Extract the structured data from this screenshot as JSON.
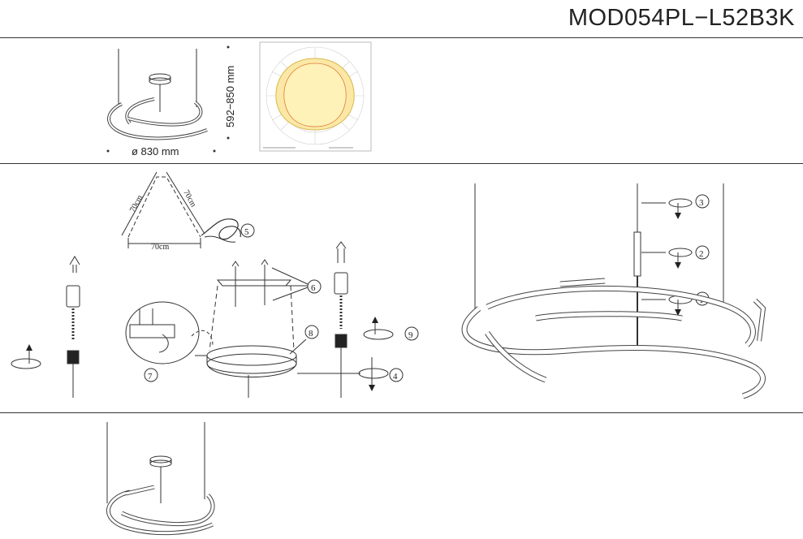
{
  "header": {
    "model": "MOD054PL−L52B3K"
  },
  "dimensions": {
    "height": "592−850 mm",
    "diameter": "ø 830 mm"
  },
  "triangle": {
    "left_side": "70cm",
    "right_side": "70cm",
    "base": "70cm"
  },
  "steps": [
    "①",
    "②",
    "③",
    "④",
    "⑤",
    "⑥",
    "⑦",
    "⑧",
    "⑨"
  ],
  "icons": [
    "rotate-arrow-icon",
    "screw-icon",
    "anchor-icon"
  ],
  "colors": {
    "line": "#333333",
    "light_fill": "#fbe8a6",
    "rule": "#333333"
  }
}
